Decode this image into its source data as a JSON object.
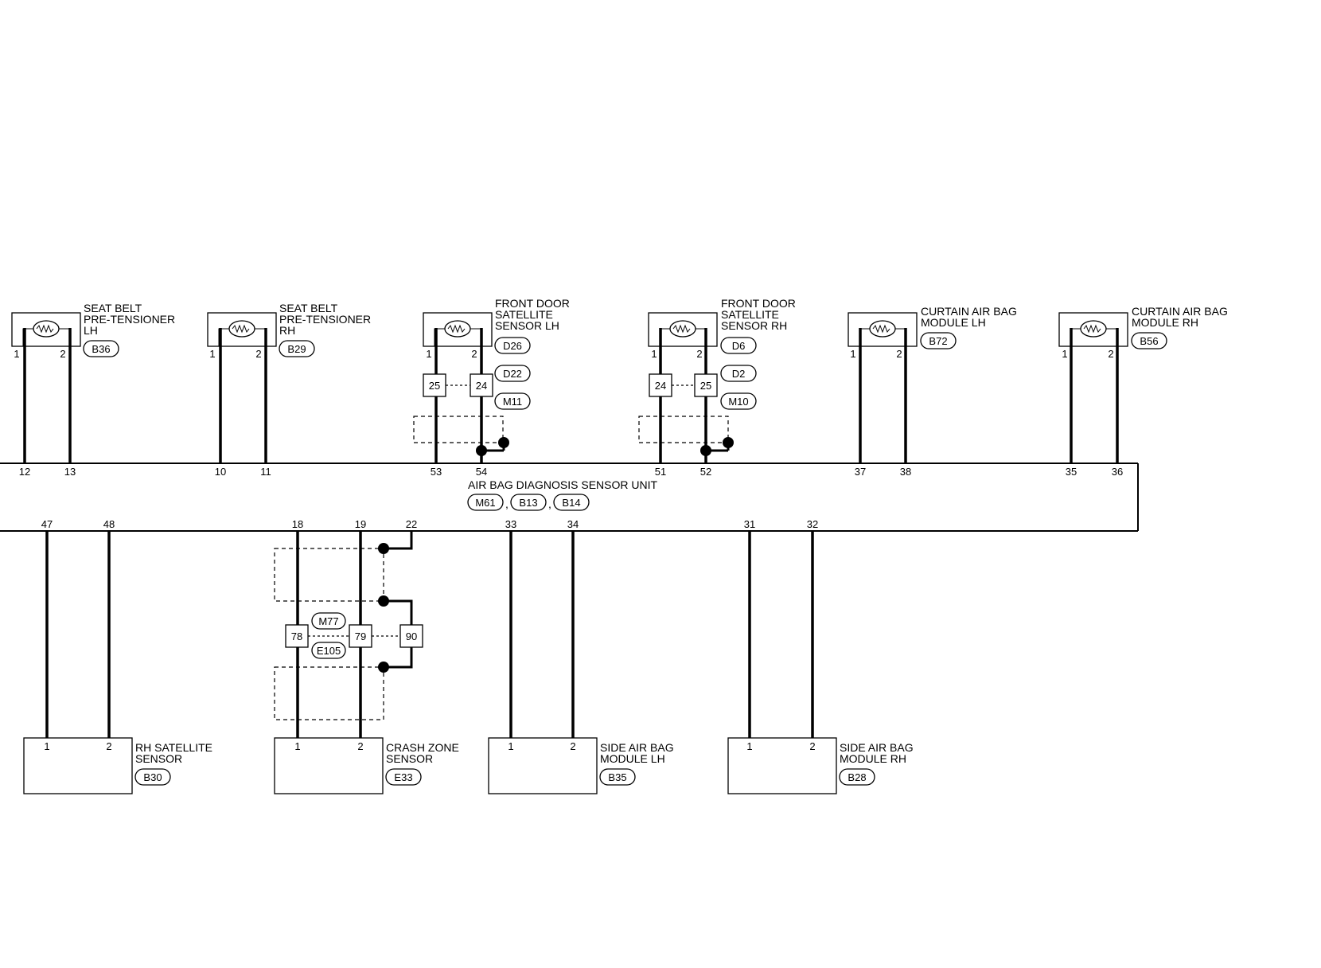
{
  "unit": {
    "name": "AIR BAG DIAGNOSIS SENSOR UNIT",
    "connectors": [
      "M61",
      "B13",
      "B14"
    ],
    "top_pins": [
      "12",
      "13",
      "10",
      "11",
      "53",
      "54",
      "51",
      "52",
      "37",
      "38",
      "35",
      "36"
    ],
    "bottom_pins": [
      "47",
      "48",
      "18",
      "19",
      "22",
      "33",
      "34",
      "31",
      "32"
    ]
  },
  "top_components": [
    {
      "name_lines": [
        "SEAT BELT",
        "PRE-TENSIONER",
        "LH"
      ],
      "connector": "B36",
      "pins": [
        "1",
        "2"
      ]
    },
    {
      "name_lines": [
        "SEAT BELT",
        "PRE-TENSIONER",
        "RH"
      ],
      "connector": "B29",
      "pins": [
        "1",
        "2"
      ]
    },
    {
      "name_lines": [
        "FRONT DOOR",
        "SATELLITE",
        "SENSOR LH"
      ],
      "connector": "D26",
      "pins": [
        "1",
        "2"
      ],
      "joint_connectors": [
        "D22",
        "M11"
      ],
      "joint_pins": [
        "25",
        "24"
      ]
    },
    {
      "name_lines": [
        "FRONT DOOR",
        "SATELLITE",
        "SENSOR RH"
      ],
      "connector": "D6",
      "pins": [
        "1",
        "2"
      ],
      "joint_connectors": [
        "D2",
        "M10"
      ],
      "joint_pins": [
        "24",
        "25"
      ]
    },
    {
      "name_lines": [
        "CURTAIN AIR BAG",
        "MODULE LH"
      ],
      "connector": "B72",
      "pins": [
        "1",
        "2"
      ]
    },
    {
      "name_lines": [
        "CURTAIN AIR BAG",
        "MODULE RH"
      ],
      "connector": "B56",
      "pins": [
        "1",
        "2"
      ]
    }
  ],
  "bottom_components": [
    {
      "name_lines": [
        "RH SATELLITE",
        "SENSOR"
      ],
      "connector": "B30",
      "pins": [
        "1",
        "2"
      ]
    },
    {
      "name_lines": [
        "CRASH ZONE",
        "SENSOR"
      ],
      "connector": "E33",
      "pins": [
        "1",
        "2"
      ]
    },
    {
      "name_lines": [
        "SIDE AIR BAG",
        "MODULE LH"
      ],
      "connector": "B35",
      "pins": [
        "1",
        "2"
      ]
    },
    {
      "name_lines": [
        "SIDE AIR BAG",
        "MODULE RH"
      ],
      "connector": "B28",
      "pins": [
        "1",
        "2"
      ]
    }
  ],
  "crash_joint": {
    "connectors": [
      "M77",
      "E105"
    ],
    "pins": [
      "78",
      "79",
      "90"
    ]
  }
}
